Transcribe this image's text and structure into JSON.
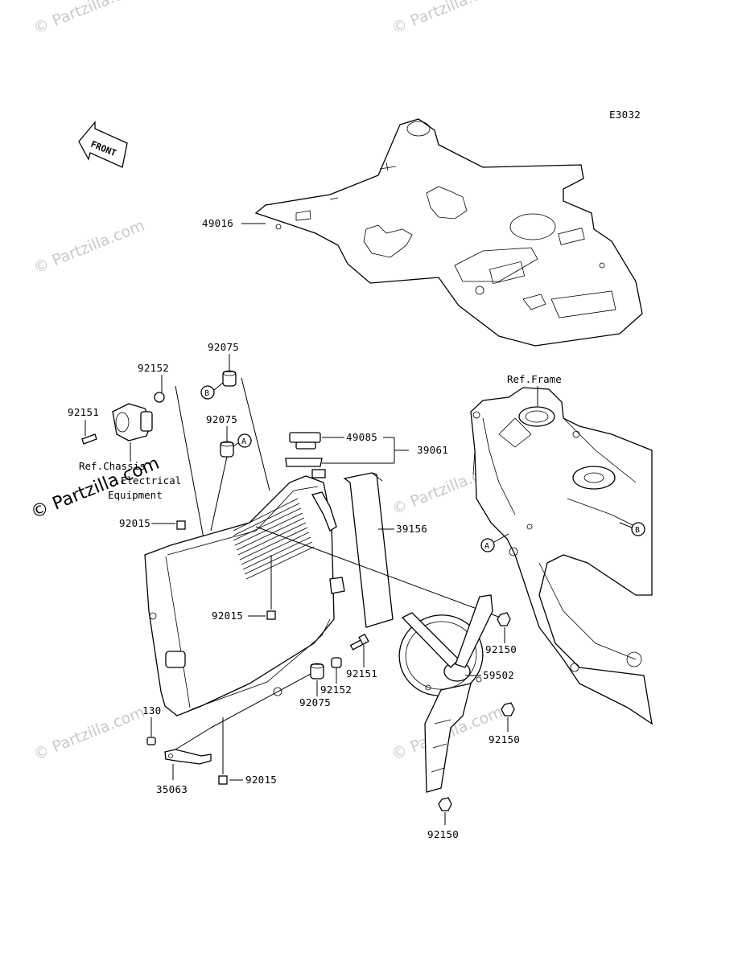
{
  "diagram_code": "E3032",
  "front_arrow_label": "FRONT",
  "watermark": "© Partzilla.com",
  "watermark_overlay": "© Partzilla.com",
  "refs": {
    "chassis_line1": "Ref.Chassis",
    "chassis_line2": "Electrical",
    "chassis_line3": "Equipment",
    "frame": "Ref.Frame"
  },
  "markers": {
    "a": "A",
    "b": "B"
  },
  "parts": {
    "p49016": "49016",
    "p92075_top": "92075",
    "p92152_top": "92152",
    "p92151_top": "92151",
    "p92075_mid": "92075",
    "p49085": "49085",
    "p39061": "39061",
    "p39156": "39156",
    "p92015_left": "92015",
    "p92015_mid": "92015",
    "p92150_right": "92150",
    "p92151_bottom": "92151",
    "p92152_bottom": "92152",
    "p59502": "59502",
    "p92075_bottom": "92075",
    "p130": "130",
    "p92150_mid": "92150",
    "p35063": "35063",
    "p92015_bottom": "92015",
    "p92150_bottom": "92150"
  }
}
